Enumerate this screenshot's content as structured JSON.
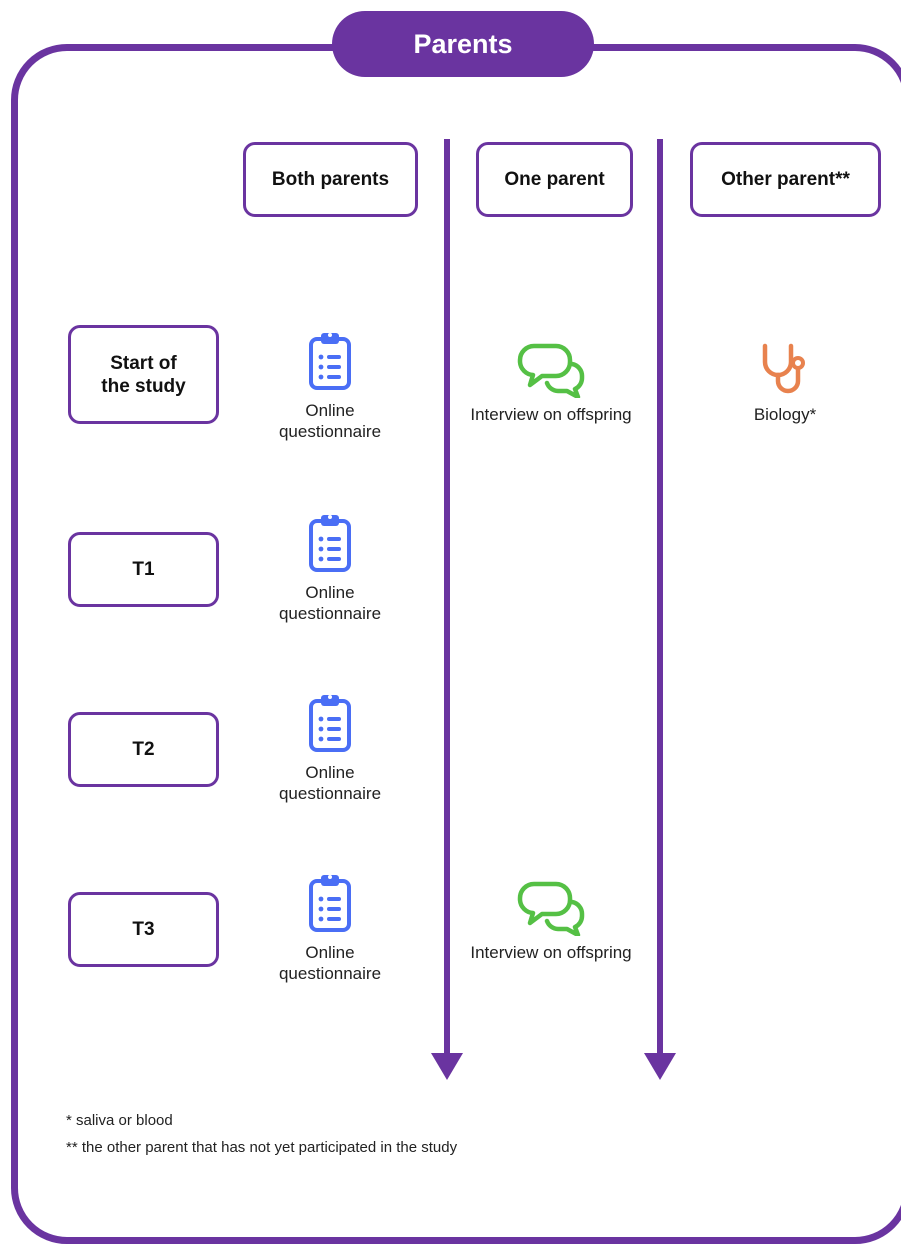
{
  "title": "Parents",
  "columns": [
    "Both parents",
    "One parent",
    "Other parent**"
  ],
  "rows": [
    {
      "label_line1": "Start of",
      "label_line2": "the study"
    },
    {
      "label_line1": "T1"
    },
    {
      "label_line1": "T2"
    },
    {
      "label_line1": "T3"
    }
  ],
  "items": {
    "online_questionnaire_line1": "Online",
    "online_questionnaire_line2": "questionnaire",
    "interview": "Interview on offspring",
    "biology": "Biology*"
  },
  "footnotes": [
    "* saliva or blood",
    "** the other parent that has not yet participated in the study"
  ],
  "colors": {
    "accent": "#6a34a0",
    "questionnaire_icon": "#4a6ef5",
    "interview_icon": "#55c045",
    "biology_icon": "#e8824e"
  },
  "icons": {
    "questionnaire": "clipboard-icon",
    "interview": "chat-bubbles-icon",
    "biology": "stethoscope-icon"
  }
}
